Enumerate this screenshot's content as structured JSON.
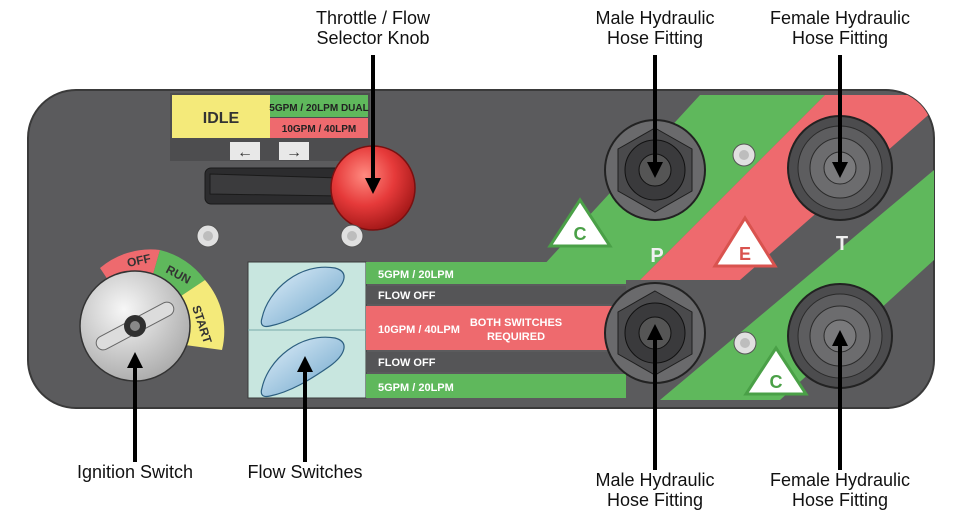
{
  "callouts": {
    "throttle": [
      "Throttle / Flow",
      "Selector Knob"
    ],
    "male_top": [
      "Male Hydraulic",
      "Hose Fitting"
    ],
    "female_top": [
      "Female Hydraulic",
      "Hose Fitting"
    ],
    "ignition": "Ignition Switch",
    "flow_switches": "Flow Switches",
    "male_bottom": [
      "Male Hydraulic",
      "Hose Fitting"
    ],
    "female_bottom": [
      "Female Hydraulic",
      "Hose Fitting"
    ]
  },
  "throttle_labels": {
    "idle": "IDLE",
    "green": "5GPM / 20LPM DUAL",
    "red": "10GPM / 40LPM",
    "left_arrow": "←",
    "right_arrow": "→"
  },
  "ignition_labels": {
    "off": "OFF",
    "run": "RUN",
    "start": "START"
  },
  "flow_panel": {
    "row1": "5GPM / 20LPM",
    "row2": "FLOW OFF",
    "row3": "10GPM / 40LPM",
    "row3_note": [
      "BOTH SWITCHES",
      "REQUIRED"
    ],
    "row4": "FLOW OFF",
    "row5": "5GPM / 20LPM"
  },
  "port_labels": {
    "p": "P",
    "t": "T",
    "c": "C",
    "e": "E"
  },
  "colors": {
    "panel": "#5b5b5d",
    "green": "#5fb85c",
    "red": "#ee6a6e",
    "yellow": "#f4ea7a",
    "light_blue": "#c8e6df",
    "knob_red": "#e63a3a"
  }
}
